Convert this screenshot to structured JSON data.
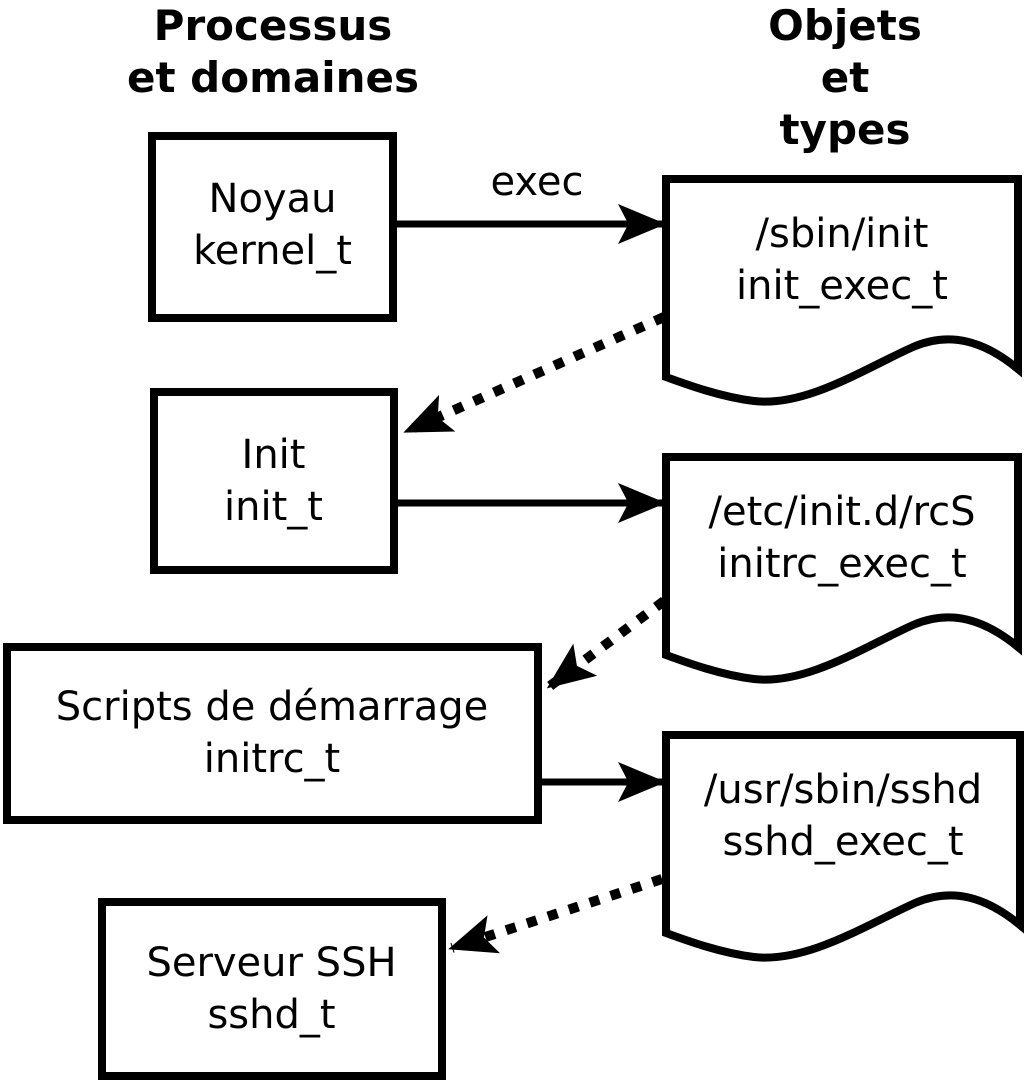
{
  "headers": {
    "processes": "Processus\net domaines",
    "objects": "Objets et\ntypes"
  },
  "edge_labels": {
    "exec": "exec"
  },
  "processes": [
    {
      "label": "Noyau",
      "type": "kernel_t"
    },
    {
      "label": "Init",
      "type": "init_t"
    },
    {
      "label": "Scripts de démarrage",
      "type": "initrc_t"
    },
    {
      "label": "Serveur SSH",
      "type": "sshd_t"
    }
  ],
  "objects": [
    {
      "path": "/sbin/init",
      "type": "init_exec_t"
    },
    {
      "path": "/etc/init.d/rcS",
      "type": "initrc_exec_t"
    },
    {
      "path": "/usr/sbin/sshd",
      "type": "sshd_exec_t"
    }
  ],
  "colors": {
    "ink": "#000000",
    "background": "#ffffff"
  }
}
